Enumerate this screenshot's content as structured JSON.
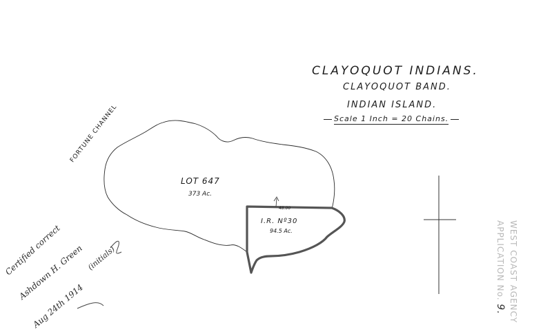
{
  "title": {
    "line1": "CLAYOQUOT INDIANS.",
    "line2": "CLAYOQUOT BAND.",
    "line3": "INDIAN ISLAND.",
    "scale": "Scale 1 Inch = 20 Chains."
  },
  "labels": {
    "channel": "FORTUNE CHANNEL",
    "lot": "LOT 647",
    "lot_area": "373 Ac.",
    "reserve": "I.R. Nº30",
    "reserve_area": "94.5 Ac.",
    "chain_mark": "48.00"
  },
  "stamp": {
    "agency": "WEST COAST AGENCY",
    "application": "APPLICATION No.",
    "number": "9."
  },
  "certification": {
    "line1": "Certified correct",
    "line2": "Ashdown H. Green",
    "line3": "Aug 24th 1914",
    "line4": "(initials)"
  },
  "colors": {
    "ink": "#1c1c1c",
    "stamp": "#b8b8b8",
    "boundary": "#555555"
  }
}
